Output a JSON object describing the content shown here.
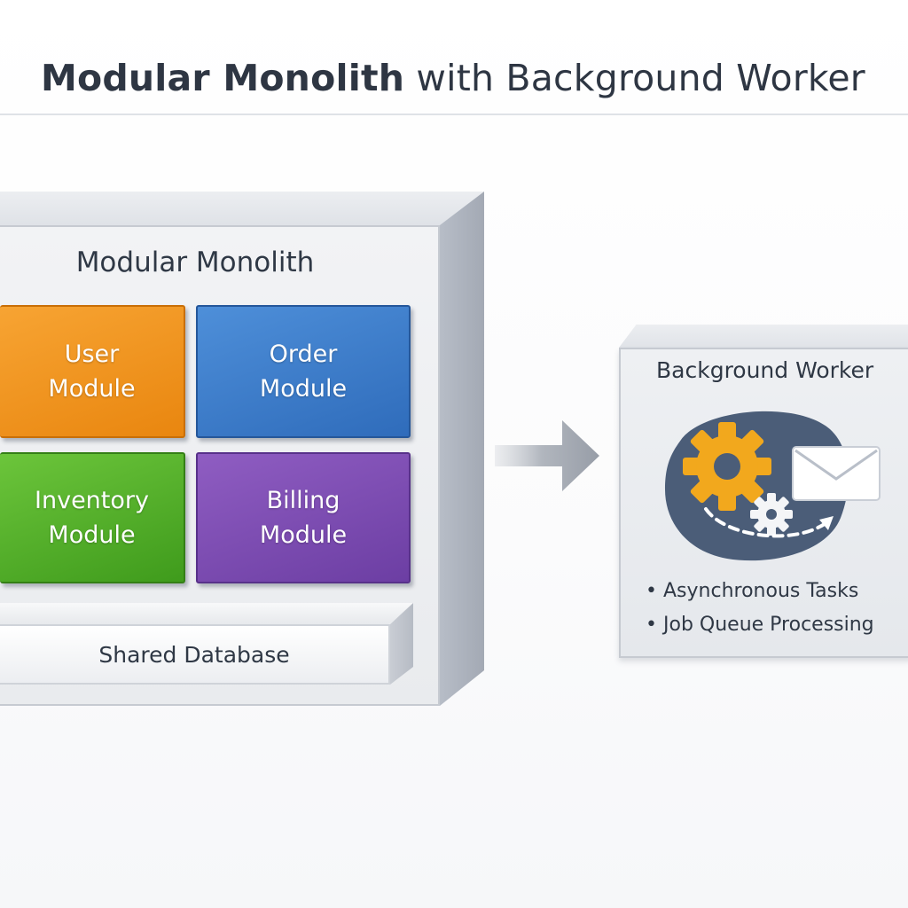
{
  "title": {
    "bold": "Modular Monolith",
    "regular": "with Background Worker"
  },
  "monolith": {
    "title": "Modular Monolith",
    "modules": {
      "user": "User\nModule",
      "order": "Order\nModule",
      "inventory": "Inventory\nModule",
      "billing": "Billing\nModule"
    },
    "database": "Shared Database"
  },
  "worker": {
    "title": "Background Worker",
    "bullet_symbol": "•",
    "bullets": [
      "Asynchronous Tasks",
      "Job Queue Processing"
    ],
    "icons": [
      "gear-icon",
      "small-gear-icon",
      "envelope-icon",
      "dashed-arrow-icon"
    ]
  },
  "colors": {
    "user": "#f29a25",
    "order": "#3a7bc8",
    "inventory": "#52ad27",
    "billing": "#7b4bb2",
    "gear": "#f2a81d",
    "worker_badge": "#4b5d78",
    "arrow": "#9aa0aa"
  }
}
